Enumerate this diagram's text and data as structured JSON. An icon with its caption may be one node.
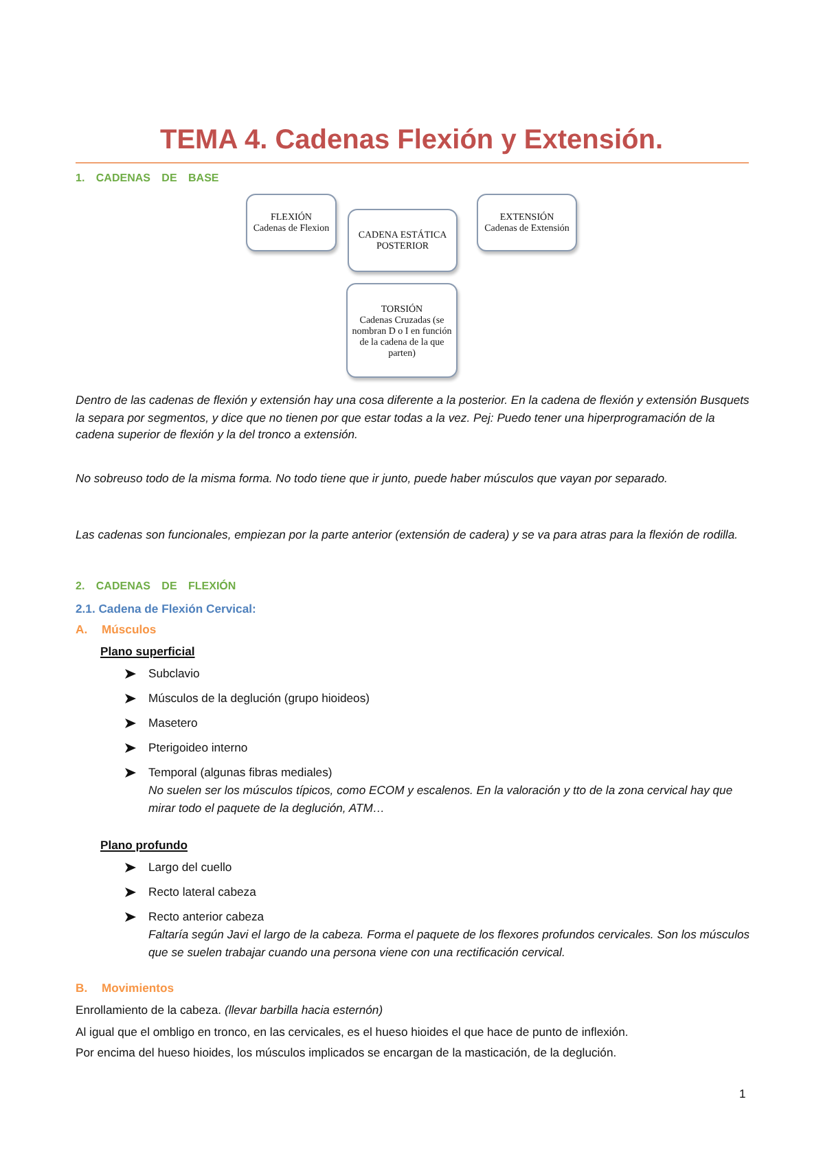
{
  "diagram": {
    "title": "TEMA 4. Cadenas Flexión y Extensión.",
    "nodes": [
      {
        "text": [
          "FLEXIÓN",
          "Cadenas de Flexion"
        ]
      },
      {
        "text": [
          "CADENA ESTÁTICA POSTERIOR"
        ]
      },
      {
        "text": [
          "EXTENSIÓN",
          "Cadenas de Extensión"
        ]
      },
      {
        "text": [
          "TORSIÓN",
          "Cadenas Cruzadas (se nombran D o I en función de la cadena de la que parten)"
        ]
      }
    ],
    "labels": [
      "1. CADENAS DE BASE",
      "Dentro de las cadenas de flexión y extensión hay una cosa diferente a la posterior. En la cadena de flexión y extensión Busquets la separa por segmentos, y dice que no tienen por que estar todas a la vez. Pej: Puedo tener una hiperprogramación de la cadena superior de flexión y la del tronco a extensión.",
      "No sobreuso todo de la misma forma. No todo tiene que ir junto, puede haber músculos que vayan por separado.",
      "Las cadenas son funcionales, empiezan por la parte anterior (extensión de cadera) y se va para atras para la flexión de rodilla.",
      "2. CADENAS DE FLEXIÓN",
      "2.1. Cadena de Flexión Cervical:",
      "A. Músculos",
      "Plano superficial",
      "Subclavio",
      "Músculos de la deglución (grupo hioideos)",
      "Masetero",
      "Pterigoideo interno",
      "Temporal (algunas fibras mediales)",
      "No suelen ser los músculos típicos, como ECOM y escalenos. En la valoración y tto de la zona cervical hay que mirar todo el paquete de la deglución, ATM…",
      "Plano profundo",
      "Largo del cuello",
      "Recto lateral cabeza",
      "Recto anterior cabeza",
      "Faltaría según Javi el largo de la cabeza. Forma el paquete de los flexores profundos cervicales. Son los músculos que se suelen trabajar cuando una persona viene con una rectificación cervical.",
      "B. Movimientos",
      "Enrollamiento de la cabeza. *(llevar barbilla hacia esternón)*",
      "Al igual que el ombligo en tronco, en las cervicales, es el hueso hioides el que hace de punto de inflexión.",
      "Por encima del hueso hioides, los músculos implicados se encargan de la masticación, de la deglución.",
      "1"
    ]
  }
}
